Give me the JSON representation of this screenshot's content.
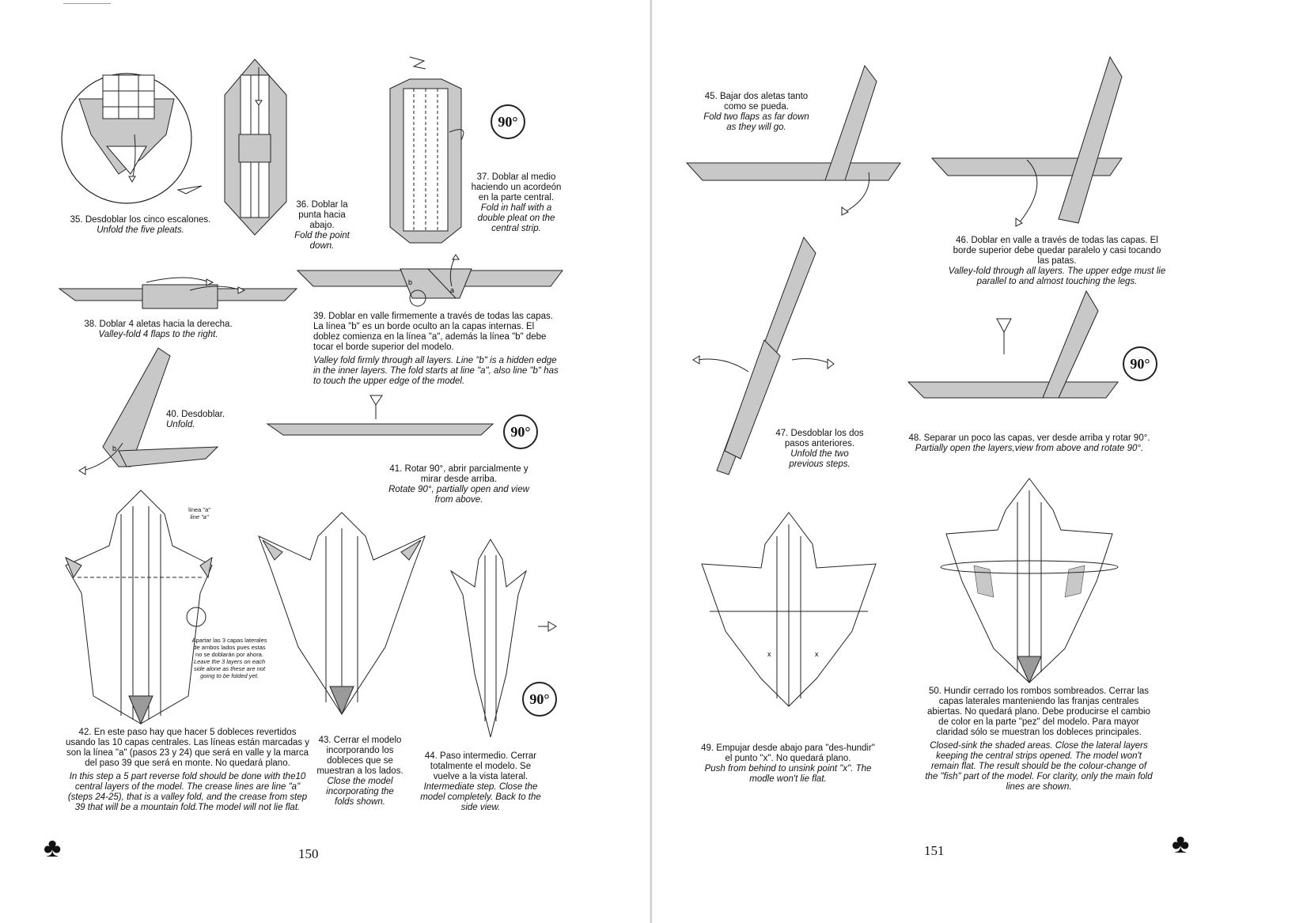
{
  "colors": {
    "fill": "#c8c8c8",
    "dark": "#9a9a9a",
    "line": "#222222"
  },
  "left_page": {
    "page_number": "150",
    "logo_icon": "origami-tree-icon",
    "steps": [
      {
        "id": "35",
        "es": "35. Desdoblar los cinco escalones.",
        "en": "Unfold the five pleats."
      },
      {
        "id": "36",
        "es": "36. Doblar la punta hacia abajo.",
        "en": "Fold the point down."
      },
      {
        "id": "37",
        "es": "37. Doblar al medio haciendo un acordeón en la parte central.",
        "en": "Fold in half with a double pleat on the central strip."
      },
      {
        "id": "38",
        "es": "38. Doblar 4 aletas hacia la derecha.",
        "en": "Valley-fold 4 flaps to the right."
      },
      {
        "id": "39",
        "es": "39. Doblar en valle firmemente a través de todas las capas. La línea \"b\" es un borde oculto an la capas internas. El doblez comienza en la línea \"a\", además la línea \"b\" debe tocar el borde superior del modelo.",
        "en": "Valley fold firmly through all layers. Line \"b\" is a hidden edge in the inner layers. The fold starts at line \"a\", also line \"b\" has to touch the upper edge of the model."
      },
      {
        "id": "40",
        "es": "40. Desdoblar.",
        "en": "Unfold."
      },
      {
        "id": "41",
        "es": "41. Rotar 90°, abrir parcialmente y mirar desde arriba.",
        "en": "Rotate 90°, partially open and view from above."
      },
      {
        "id": "42",
        "es": "42. En este paso hay que hacer 5 dobleces revertidos usando las 10 capas centrales. Las líneas están marcadas y son la línea \"a\" (pasos 23 y 24) que será en valle y la marca del paso 39 que será en monte. No quedará plano.",
        "en": "In this step a 5 part reverse fold should be done with the10 central layers of the model. The crease lines are line \"a\" (steps 24-25), that is a valley fold, and the crease from step 39 that will be a mountain fold.The model will not lie flat."
      },
      {
        "id": "43",
        "es": "43. Cerrar el modelo incorporando los dobleces que se muestran a los lados.",
        "en": "Close the model incorporating the folds shown."
      },
      {
        "id": "44",
        "es": "44. Paso intermedio. Cerrar totalmente el modelo. Se vuelve a la vista lateral.",
        "en": "Intermediate step. Close the model completely. Back to the side view."
      }
    ],
    "labels": {
      "linea_a_es": "línea \"a\"",
      "linea_a_en": "line \"a\"",
      "note_es": "Apartar las 3 capas laterales de ambos lados pues estas no se doblarán por ahora.",
      "note_en": "Leave the 3 layers on each side alone as these are not going to be folded yet.",
      "mark_b": "b",
      "mark_a": "a",
      "rotate_badge": "90°"
    }
  },
  "right_page": {
    "page_number": "151",
    "logo_icon": "origami-tree-icon",
    "steps": [
      {
        "id": "45",
        "es": "45. Bajar dos aletas tanto como se pueda.",
        "en": "Fold two flaps as far down as they will go."
      },
      {
        "id": "46",
        "es": "46. Doblar en valle a través de todas las capas. El borde superior debe quedar paralelo y casi tocando las patas.",
        "en": "Valley-fold through all layers. The upper edge must lie parallel to and almost touching the legs."
      },
      {
        "id": "47",
        "es": "47. Desdoblar los dos pasos anteriores.",
        "en": "Unfold the two previous steps."
      },
      {
        "id": "48",
        "es": "48. Separar un poco las capas, ver desde arriba y rotar 90°.",
        "en": "Partially open the layers,view from above and rotate 90°."
      },
      {
        "id": "49",
        "es": "49. Empujar desde abajo para \"des-hundir\" el punto \"x\". No quedará plano.",
        "en": "Push from behind to unsink point \"x\". The modle won't lie flat."
      },
      {
        "id": "50",
        "es": "50. Hundir cerrado los rombos sombreados. Cerrar las capas laterales manteniendo las franjas centrales abiertas. No quedará plano. Debe producirse el cambio de color en la parte \"pez\" del modelo. Para mayor claridad sólo se muestran los dobleces principales.",
        "en": "Closed-sink the shaded areas. Close the lateral layers keeping the central strips opened. The model won't remain flat. The result should be the colour-change of the \"fish\" part of the model. For clarity, only the main fold lines are shown."
      }
    ],
    "labels": {
      "mark_x": "x",
      "rotate_badge": "90°"
    }
  }
}
